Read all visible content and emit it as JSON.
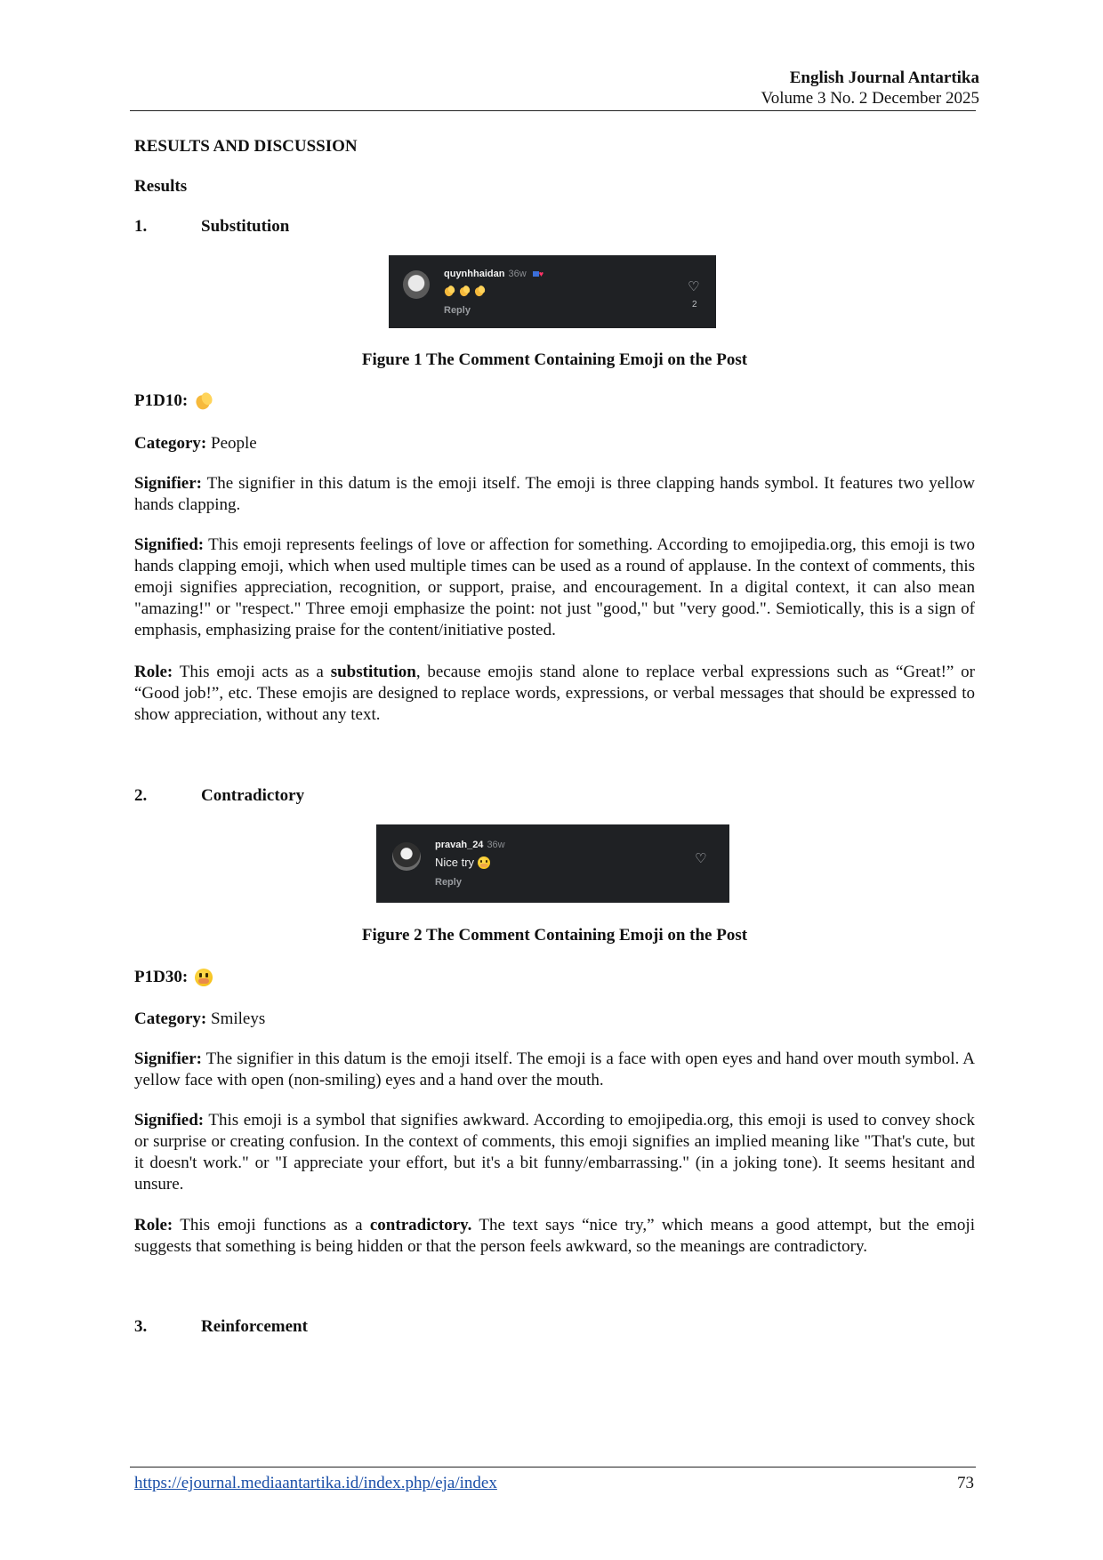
{
  "header": {
    "journal": "English Journal Antartika",
    "volume": "Volume 3 No. 2 December 2025"
  },
  "section_title": "RESULTS AND DISCUSSION",
  "subsection_title": "Results",
  "items": [
    {
      "number": "1.",
      "title": "Substitution",
      "screenshot": {
        "username": "quynhhaidan",
        "time": "36w",
        "text": "",
        "reply": "Reply",
        "likes": "2"
      },
      "caption": "Figure 1 The Comment Containing Emoji on the Post",
      "datum_id": "P1D10:",
      "category_label": "Category:",
      "category": "People",
      "signifier_label": "Signifier:",
      "signifier": "The signifier in this datum is the emoji itself. The emoji is three clapping hands symbol. It features two yellow hands clapping.",
      "signified_label": "Signified:",
      "signified": "This emoji represents feelings of love or affection for something. According to emojipedia.org, this emoji is two hands clapping emoji, which when used multiple times can be used as a round of applause. In the context of comments, this emoji signifies appreciation, recognition, or support, praise, and encouragement. In a digital context, it can also mean \"amazing!\" or \"respect.\" Three emoji emphasize the point: not just \"good,\" but \"very good.\". Semiotically, this is a sign of emphasis, emphasizing praise for the content/initiative posted.",
      "role_label": "Role:",
      "role_pre": "This emoji acts as a",
      "role_term": "substitution",
      "role_post": ", because emojis stand alone to replace verbal expressions such as “Great!” or “Good job!”, etc. These emojis are designed to replace words, expressions, or verbal messages that should be expressed to show appreciation, without any text."
    },
    {
      "number": "2.",
      "title": "Contradictory",
      "screenshot": {
        "username": "pravah_24",
        "time": "36w",
        "text": "Nice try",
        "reply": "Reply"
      },
      "caption": "Figure 2 The Comment Containing Emoji on the Post",
      "datum_id": "P1D30:",
      "category_label": "Category:",
      "category": "Smileys",
      "signifier_label": "Signifier:",
      "signifier": "The signifier in this datum is the emoji itself. The emoji is a face with open eyes and hand over mouth symbol. A yellow face with open (non-smiling) eyes and a hand over the mouth.",
      "signified_label": "Signified:",
      "signified": "This emoji is a symbol that signifies awkward. According to emojipedia.org, this emoji is used to convey shock or surprise or creating confusion. In the context of comments, this emoji signifies an implied meaning like \"That's cute, but it doesn't work.\" or \"I appreciate your effort, but it's a bit funny/embarrassing.\" (in a joking tone). It seems hesitant and unsure.",
      "role_label": "Role:",
      "role_pre": "This emoji functions as a",
      "role_term": "contradictory.",
      "role_post": "The text says “nice try,” which means a good attempt, but the emoji suggests that something is being hidden or that the person feels awkward, so the meanings are contradictory."
    },
    {
      "number": "3.",
      "title": "Reinforcement"
    }
  ],
  "footer": {
    "url": "https://ejournal.mediaantartika.id/index.php/eja/index",
    "page_number": "73"
  }
}
